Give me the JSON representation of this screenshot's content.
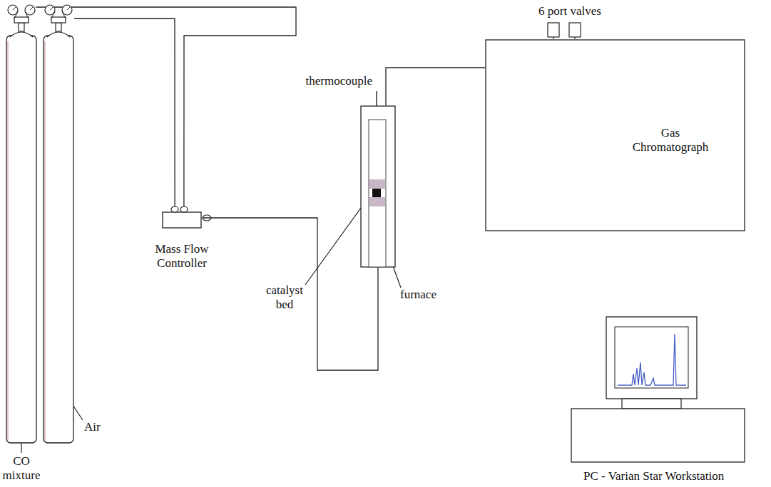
{
  "diagram": {
    "nodes": [
      {
        "text": [
          "CO mixture"
        ]
      },
      {
        "text": [
          "Air"
        ]
      },
      {
        "text": [
          "Mass Flow Controller"
        ]
      },
      {
        "text": [
          "furnace"
        ]
      },
      {
        "text": [
          "Gas Chromatograph"
        ]
      },
      {
        "text": [
          "PC - Varian Star Workstation"
        ]
      }
    ],
    "edges": [
      {
        "from": 0,
        "to": 2,
        "arrow": "none"
      },
      {
        "from": 1,
        "to": 2,
        "arrow": "none"
      },
      {
        "from": 2,
        "to": 3,
        "arrow": "none"
      },
      {
        "from": 3,
        "to": 4,
        "arrow": "none"
      }
    ],
    "labels": [
      "6 port valves",
      "thermocouple",
      "catalyst bed"
    ]
  }
}
